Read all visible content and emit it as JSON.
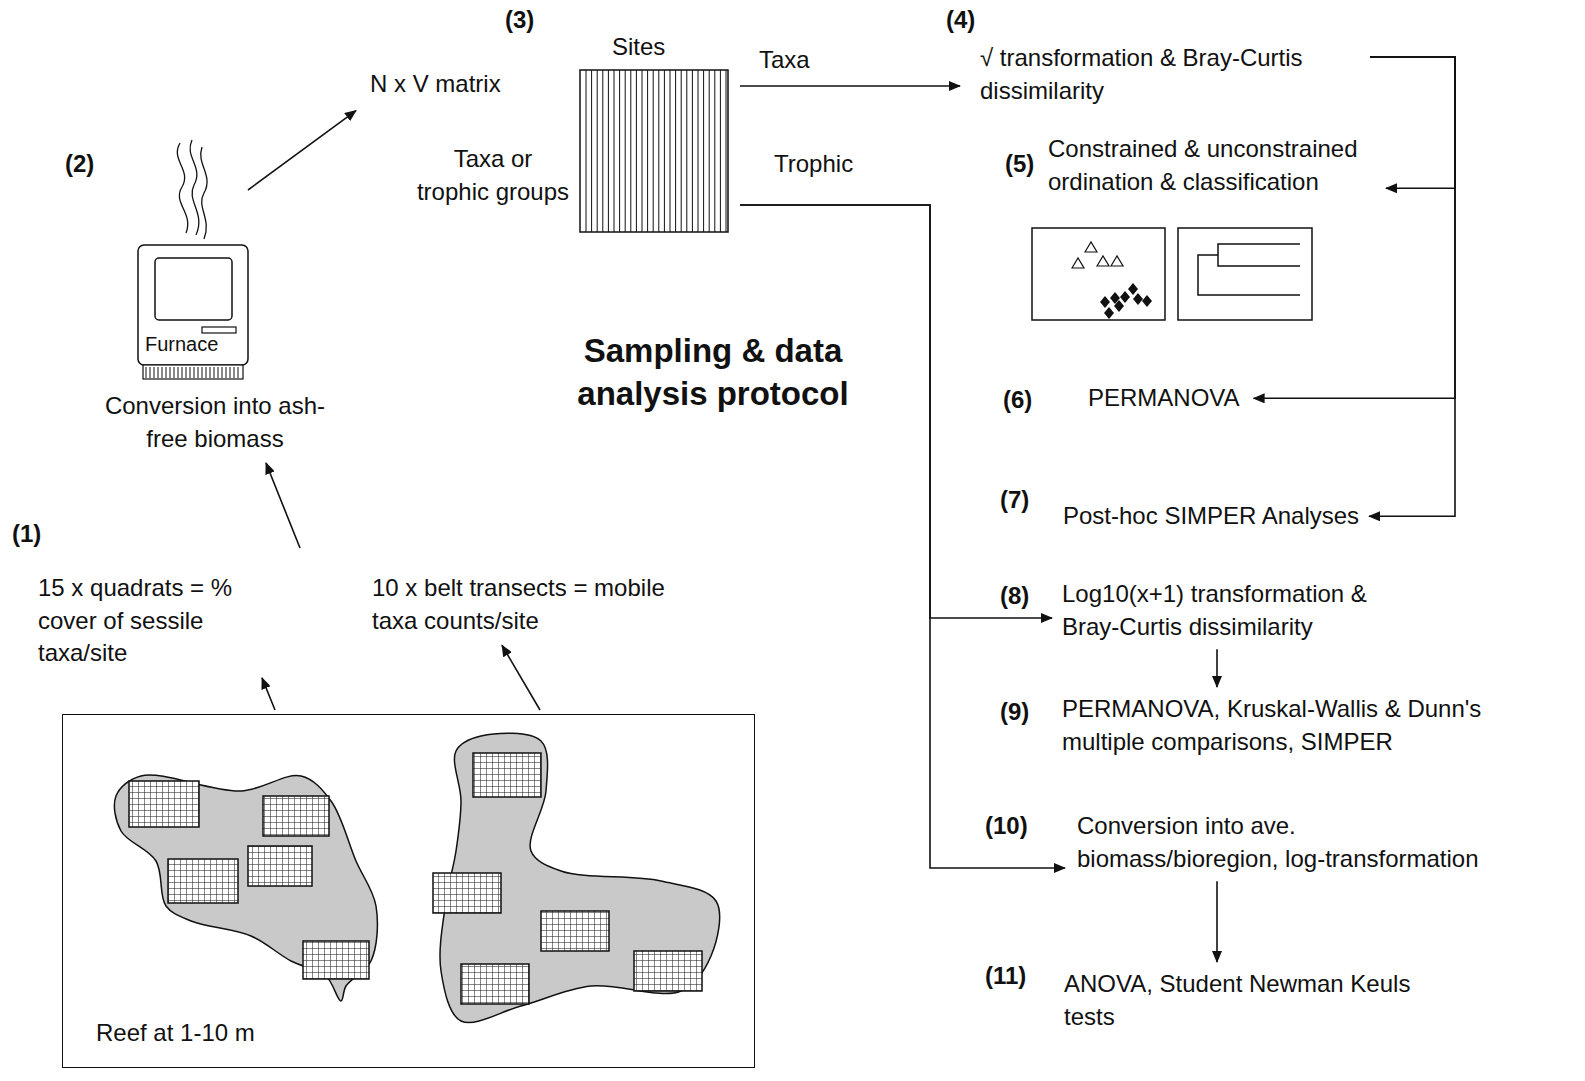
{
  "diagram": {
    "title": "Sampling & data analysis protocol",
    "nodes": [
      {
        "text": [
          "Reef at 1-10 m"
        ]
      },
      {
        "text": [
          "15 x quadrats = % cover of sessile taxa/site"
        ]
      },
      {
        "text": [
          "10 x belt transects = mobile taxa counts/site"
        ]
      },
      {
        "text": [
          "Furnace",
          "Conversion into ash-free biomass"
        ]
      },
      {
        "text": [
          "N x V matrix"
        ]
      },
      {
        "text": [
          "Sites",
          "Taxa or trophic groups"
        ]
      },
      {
        "text": [
          "√ transformation & Bray-Curtis dissimilarity"
        ]
      },
      {
        "text": [
          "Constrained & unconstrained ordination & classification"
        ]
      },
      {
        "text": [
          "PERMANOVA"
        ]
      },
      {
        "text": [
          "Post-hoc SIMPER Analyses"
        ]
      },
      {
        "text": [
          "Log10(x+1) transformation & Bray-Curtis dissimilarity"
        ]
      },
      {
        "text": [
          "PERMANOVA, Kruskal-Wallis & Dunn's multiple comparisons, SIMPER"
        ]
      },
      {
        "text": [
          "Conversion into ave. biomass/bioregion, log-transformation"
        ]
      },
      {
        "text": [
          "ANOVA, Student Newman Keuls tests"
        ]
      }
    ],
    "edges": [
      {
        "from": 0,
        "to": 1,
        "arrow": "to"
      },
      {
        "from": 0,
        "to": 2,
        "arrow": "to"
      },
      {
        "from": 1,
        "to": 3,
        "arrow": "to"
      },
      {
        "from": 3,
        "to": 4,
        "arrow": "to"
      },
      {
        "from": 5,
        "to": 6,
        "label": "Taxa",
        "arrow": "to"
      },
      {
        "from": 5,
        "to": 10,
        "label": "Trophic",
        "arrow": "to"
      },
      {
        "from": 5,
        "to": 12,
        "arrow": "to"
      },
      {
        "from": 6,
        "to": 7,
        "arrow": "to"
      },
      {
        "from": 6,
        "to": 8,
        "arrow": "to"
      },
      {
        "from": 6,
        "to": 9,
        "arrow": "to"
      },
      {
        "from": 10,
        "to": 11,
        "arrow": "to"
      },
      {
        "from": 12,
        "to": 13,
        "arrow": "to"
      }
    ],
    "labels": [
      "(1)",
      "(2)",
      "(3)",
      "(4)",
      "(5)",
      "(6)",
      "(7)",
      "(8)",
      "(9)",
      "(10)",
      "(11)"
    ]
  }
}
